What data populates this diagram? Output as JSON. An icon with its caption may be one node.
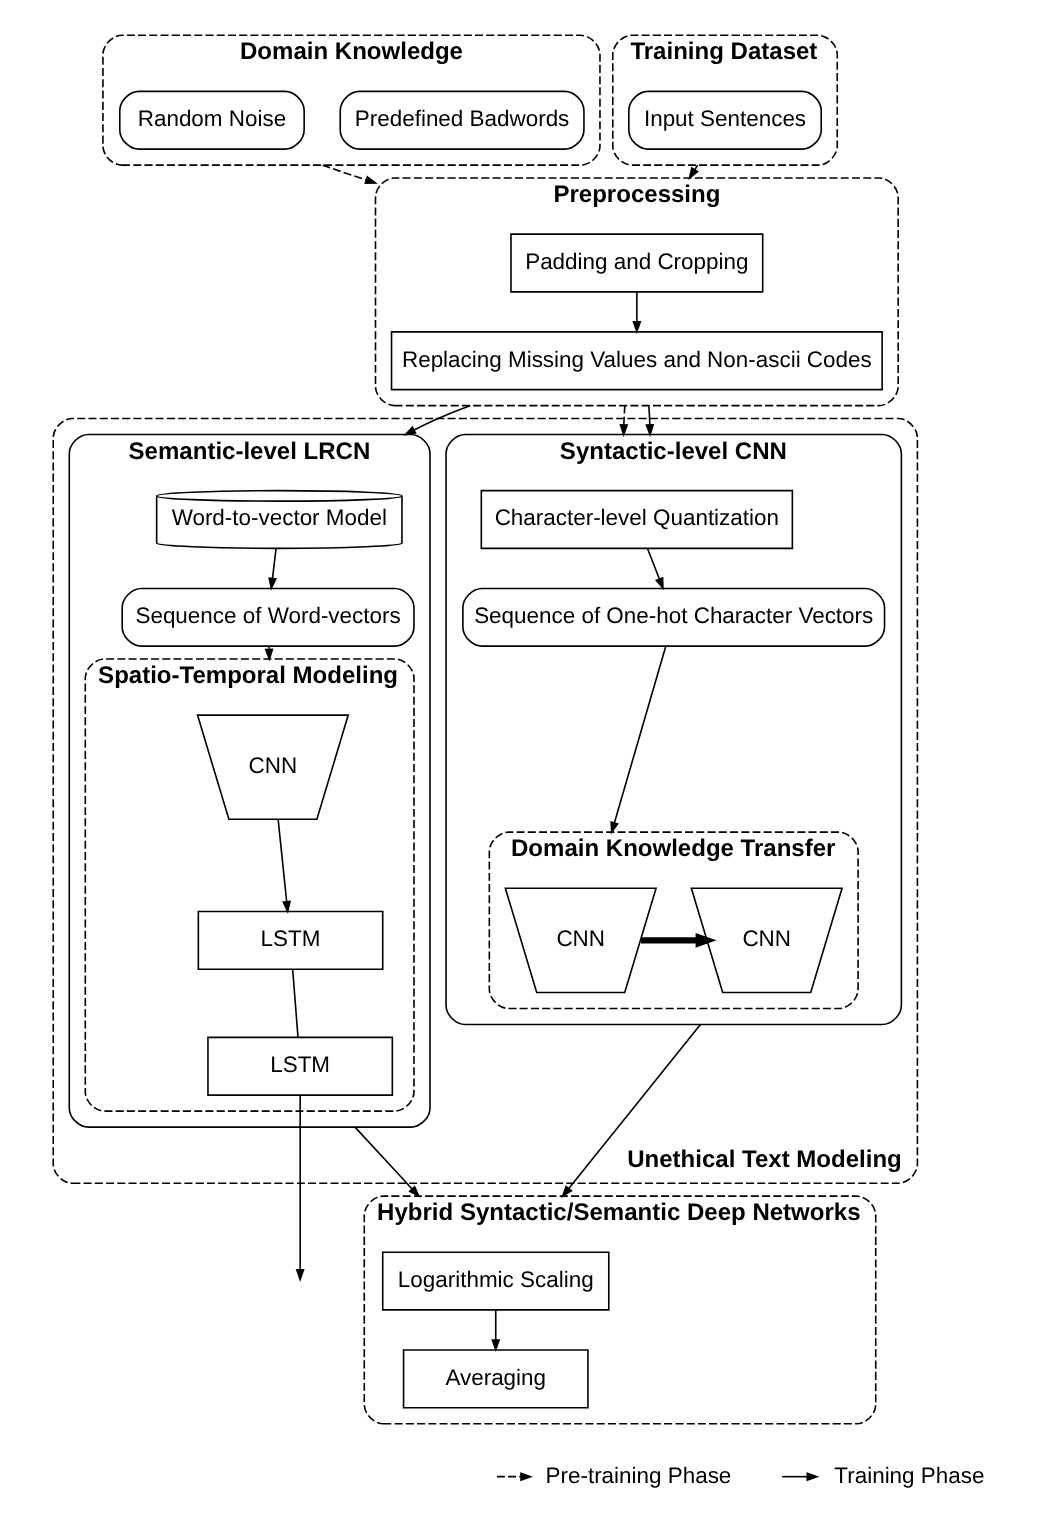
{
  "diagram": {
    "nodes": [
      {
        "text": [
          "Domain Knowledge"
        ]
      },
      {
        "text": [
          "Predefined Badwords"
        ],
        "in": 0
      },
      {
        "text": [
          "Random Noise"
        ],
        "in": 0
      },
      {
        "text": [
          "Training Dataset"
        ]
      },
      {
        "text": [
          "Input Sentences"
        ],
        "in": 3
      },
      {
        "text": [
          "Preprocessing"
        ]
      },
      {
        "text": [
          "Padding and Cropping"
        ],
        "in": 5
      },
      {
        "text": [
          "Replacing Missing Values and Non-ascii Codes"
        ],
        "in": 5
      },
      {
        "text": [
          "Unethical Text Modeling"
        ]
      },
      {
        "text": [
          "Syntactic-level CNN"
        ],
        "in": 8
      },
      {
        "text": [
          "Character-level Quantization"
        ],
        "in": 9
      },
      {
        "text": [
          "Sequence of One-hot Character Vectors"
        ],
        "in": 9
      },
      {
        "text": [
          "Domain Knowledge Transfer"
        ],
        "in": 9
      },
      {
        "text": [
          "CNN"
        ],
        "in": 12
      },
      {
        "text": [
          "CNN"
        ],
        "in": 12
      },
      {
        "text": [
          "Semantic-level LRCN"
        ],
        "in": 8
      },
      {
        "text": [
          "Word-to-vector Model"
        ],
        "in": 15
      },
      {
        "text": [
          "Sequence of Word-vectors"
        ],
        "in": 15
      },
      {
        "text": [
          "Spatio-Temporal Modeling"
        ],
        "in": 15
      },
      {
        "text": [
          "CNN"
        ],
        "in": 18
      },
      {
        "text": [
          "LSTM"
        ],
        "in": 18
      },
      {
        "text": [
          "LSTM"
        ],
        "in": 18
      },
      {
        "text": [
          "Hybrid Syntactic/Semantic Deep Networks"
        ]
      },
      {
        "text": [
          "Logarithmic Scaling"
        ],
        "in": 22
      },
      {
        "text": [
          "Averaging"
        ],
        "in": 22
      }
    ],
    "edges": [
      {
        "from": 0,
        "to": 5,
        "arrow": "to",
        "style": "dashed"
      },
      {
        "from": 3,
        "to": 5,
        "arrow": "to"
      },
      {
        "from": 6,
        "to": 7,
        "arrow": "to"
      },
      {
        "from": 5,
        "to": 9,
        "arrow": "to",
        "style": "dashed"
      },
      {
        "from": 5,
        "to": 9,
        "arrow": "to"
      },
      {
        "from": 5,
        "to": 15,
        "arrow": "to"
      },
      {
        "from": 10,
        "to": 11,
        "arrow": "to"
      },
      {
        "from": 11,
        "to": 12,
        "arrow": "to"
      },
      {
        "from": 13,
        "to": 14,
        "arrow": "to",
        "style": "thick"
      },
      {
        "from": 16,
        "to": 17,
        "arrow": "to"
      },
      {
        "from": 17,
        "to": 18,
        "arrow": "to"
      },
      {
        "from": 19,
        "to": 20,
        "arrow": "to"
      },
      {
        "from": 20,
        "to": 21,
        "arrow": "none"
      },
      {
        "from": 21,
        "to": null,
        "arrow": "to"
      },
      {
        "from": 9,
        "to": 22,
        "arrow": "to"
      },
      {
        "from": 15,
        "to": 22,
        "arrow": "to"
      },
      {
        "from": 23,
        "to": 24,
        "arrow": "to"
      }
    ],
    "legend": [
      {
        "text": "Pre-training Phase"
      },
      {
        "text": "Training Phase"
      }
    ]
  }
}
